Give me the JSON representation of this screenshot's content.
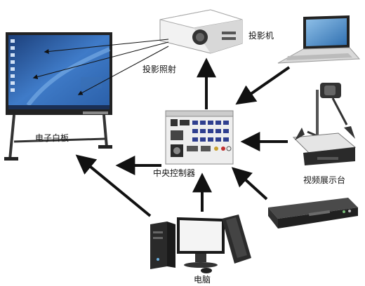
{
  "labels": {
    "projector": "投影机",
    "projection": "投影照射",
    "whiteboard": "电子白板",
    "controller": "中央控制器",
    "visualizer": "视频展示台",
    "computer": "电脑"
  },
  "device_icons": [
    "projector-icon",
    "laptop-icon",
    "whiteboard-icon",
    "controller-icon",
    "visualizer-icon",
    "dvd-player-icon",
    "computer-icon"
  ],
  "colors": {
    "arrow": "#111111",
    "device_dark": "#2a2a2a",
    "device_light": "#e6e6e6",
    "screen_blue": "#2a5fa8"
  }
}
